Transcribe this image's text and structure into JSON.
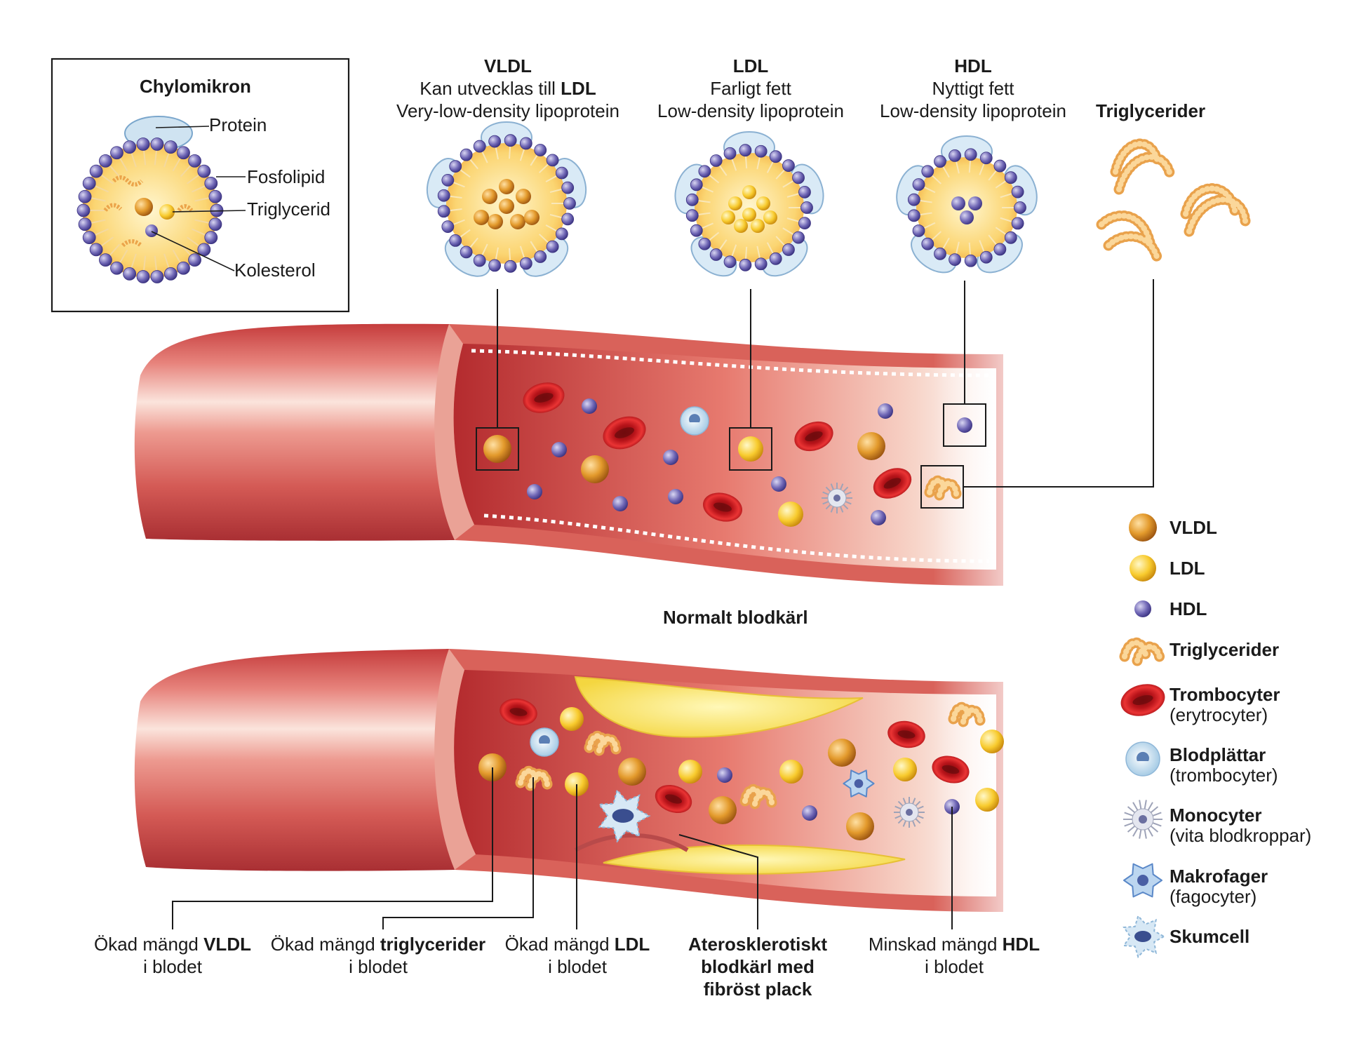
{
  "chylomicron": {
    "title": "Chylomikron",
    "labels": [
      "Protein",
      "Fosfolipid",
      "Triglycerid",
      "Kolesterol"
    ]
  },
  "top_particles": [
    {
      "title": "VLDL",
      "line2_pre": "Kan utvecklas till ",
      "line2_bold": "LDL",
      "line3": "Very-low-density lipoprotein"
    },
    {
      "title": "LDL",
      "line2_pre": "Farligt fett",
      "line2_bold": "",
      "line3": "Low-density lipoprotein"
    },
    {
      "title": "HDL",
      "line2_pre": "Nyttigt fett",
      "line2_bold": "",
      "line3": "Low-density lipoprotein"
    }
  ],
  "triglycerides_title": "Triglycerider",
  "normal_vessel_label": "Normalt blodkärl",
  "bottom_labels": [
    {
      "pre": "Ökad mängd ",
      "bold": "VLDL",
      "line2": "i blodet"
    },
    {
      "pre": "Ökad mängd ",
      "bold": "triglycerider",
      "line2": "i blodet"
    },
    {
      "pre": "Ökad mängd ",
      "bold": "LDL",
      "line2": "i blodet"
    },
    {
      "pre": "",
      "bold": "Aterosklerotiskt",
      "line2b": "blodkärl med",
      "line3b": "fibröst plack"
    },
    {
      "pre": "Minskad mängd ",
      "bold": "HDL",
      "line2": "i blodet"
    }
  ],
  "legend": [
    {
      "name": "VLDL",
      "sub": "",
      "icon": "vldl-icon",
      "color": "#d98a1f"
    },
    {
      "name": "LDL",
      "sub": "",
      "icon": "ldl-icon",
      "color": "#f6c21e"
    },
    {
      "name": "HDL",
      "sub": "",
      "icon": "hdl-icon",
      "color": "#6f66b5"
    },
    {
      "name": "Triglycerider",
      "sub": "",
      "icon": "triglyceride-icon",
      "color": "#f2b35a"
    },
    {
      "name": "Trombocyter",
      "sub": "(erytrocyter)",
      "icon": "red-blood-cell-icon",
      "color": "#d81e22"
    },
    {
      "name": "Blodplättar",
      "sub": "(trombocyter)",
      "icon": "platelet-icon",
      "color": "#9fc7e3"
    },
    {
      "name": "Monocyter",
      "sub": "(vita blodkroppar)",
      "icon": "monocyte-icon",
      "color": "#c9ccd8"
    },
    {
      "name": "Makrofager",
      "sub": "(fagocyter)",
      "icon": "macrophage-icon",
      "color": "#5a88c8"
    },
    {
      "name": "Skumcell",
      "sub": "",
      "icon": "foam-cell-icon",
      "color": "#a9cbe6"
    }
  ]
}
